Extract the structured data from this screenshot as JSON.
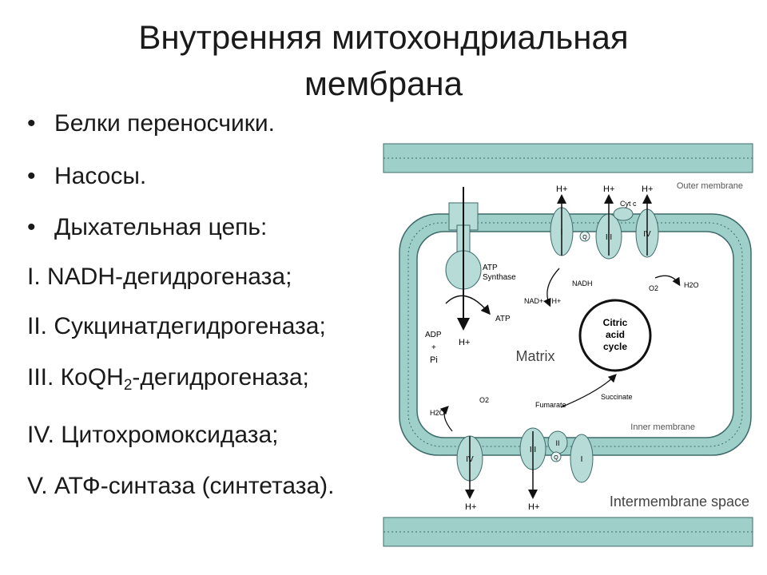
{
  "slide": {
    "title_line1": "Внутренняя митохондриальная",
    "title_line2": "мембрана"
  },
  "bullets": [
    "Белки переносчики.",
    "Насосы.",
    "Дыхательная цепь:"
  ],
  "complexes": {
    "c1": "I. NADH-дегидрогеназа;",
    "c2": "II. Сукцинатдегидрогеназа;",
    "c3_pre": "III. КоQH",
    "c3_sub": "2",
    "c3_post": "-дегидрогеназа;",
    "c4": "IV. Цитохромоксидаза;",
    "c5": "V. АТФ-синтаза (синтетаза)."
  },
  "diagram": {
    "outer_membrane": "Outer membrane",
    "inner_membrane": "Inner membrane",
    "intermembrane_space": "Intermembrane space",
    "matrix": "Matrix",
    "citric_1": "Citric",
    "citric_2": "acid",
    "citric_3": "cycle",
    "atp_synthase_1": "ATP",
    "atp_synthase_2": "Synthase",
    "atp": "ATP",
    "adp": "ADP",
    "plus": "+",
    "pi": "Pi",
    "h_plus": "H+",
    "nadh": "NADH",
    "nad": "NAD+ + H+",
    "cyt_c": "Cyt c",
    "o2": "O2",
    "h2o": "H2O",
    "fumarate": "Fumarate",
    "succinate": "Succinate",
    "q": "Q",
    "roman_1": "I",
    "roman_2": "II",
    "roman_3": "III",
    "roman_4": "IV"
  },
  "colors": {
    "membrane_fill": "#9fcfc9",
    "membrane_stroke": "#3d6b6a",
    "protein_fill": "#b7dcd7"
  }
}
